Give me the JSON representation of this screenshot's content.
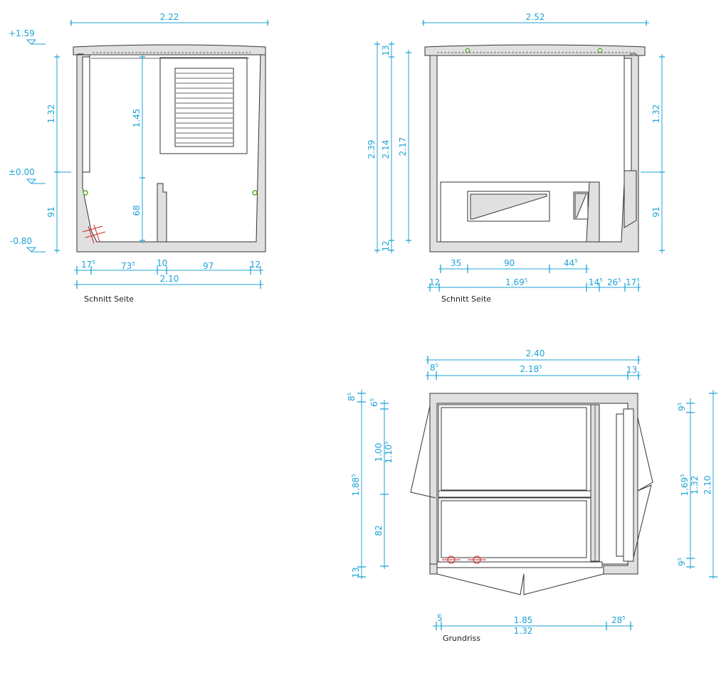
{
  "drawings": {
    "side_section_left": {
      "caption": "Schnitt Seite",
      "levels": [
        "+1.59",
        "±0.00",
        "-0.80"
      ],
      "top_width": "2.22",
      "left_heights": [
        "1.32",
        "91"
      ],
      "inner_heights": [
        "1.45",
        "68"
      ],
      "bottom_segments": [
        "17",
        "73",
        "10",
        "97",
        "12"
      ],
      "bottom_segment_sups": [
        "5",
        "5"
      ],
      "overall_width": "2.10"
    },
    "side_section_right": {
      "caption": "Schnitt Seite",
      "top_width": "2.52",
      "left_heights": [
        "13",
        "2.39",
        "2.14",
        "2.17",
        "12"
      ],
      "right_heights": [
        "1.32",
        "91"
      ],
      "inner_segments": [
        "35",
        "90",
        "44"
      ],
      "inner_segment_sups": [
        "5"
      ],
      "bottom_segments": [
        "12",
        "1.69",
        "14",
        "26",
        "17"
      ],
      "bottom_segment_sups": [
        "5",
        "5",
        "5",
        "5"
      ]
    },
    "floor_plan": {
      "caption": "Grundriss",
      "top_width": "2.40",
      "top_segments": [
        "8",
        "2.18",
        "13"
      ],
      "top_segment_sups": [
        "5",
        "5"
      ],
      "left_outer": [
        "8",
        "1.88",
        "13"
      ],
      "left_outer_sups": [
        "5",
        "5"
      ],
      "left_inner": [
        "6",
        "1.00",
        "1.10",
        "82"
      ],
      "left_inner_sups": [
        "5",
        "5"
      ],
      "right_dims": [
        "9",
        "1.69",
        "1.32",
        "9",
        "2.10"
      ],
      "right_dims_sups": [
        "5",
        "5",
        "5"
      ],
      "bottom_segments": [
        "5",
        "1.85",
        "28",
        "1.32"
      ],
      "bottom_segment_sups": [
        "5"
      ]
    }
  }
}
